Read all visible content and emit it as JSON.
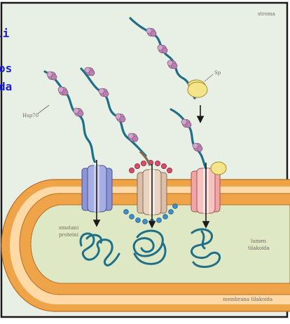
{
  "overlay_text": [
    "li",
    "os",
    "da"
  ],
  "labels": {
    "stroma": "stroma",
    "hsp70": "Hsp70",
    "sp": "Sp",
    "unfolded_1": "smotani",
    "unfolded_2": "proteini",
    "lumen_1": "lumen",
    "lumen_2": "tilakoida",
    "membrane": "membrana tilakoida"
  },
  "colors": {
    "background": "#ffffff",
    "panel": "#e8efe4",
    "membrane_outer": "#f0a44a",
    "membrane_inner": "#ffd9a6",
    "lumen": "#dfe8c4",
    "chain": "#1f6f86",
    "bead": "#c691be",
    "channel_blue": "#8c96d6",
    "channel_tan": "#dcbfa8",
    "channel_pink": "#f2a5a5",
    "sp_yellow": "#f4e48a",
    "ion_red": "#d94d6c",
    "ion_blue": "#3f8fc8",
    "overlay_text": "#1a1fd6"
  }
}
